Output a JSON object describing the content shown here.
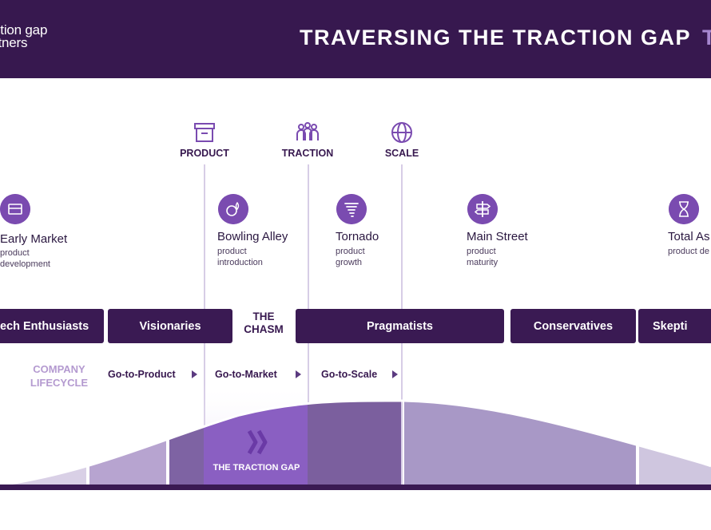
{
  "header": {
    "logo_line1": "ction gap",
    "logo_line2": "rtners",
    "title": "TRAVERSING THE TRACTION GAP",
    "title_accent": "TH"
  },
  "stages": [
    {
      "label": "PRODUCT",
      "icon": "box-icon"
    },
    {
      "label": "TRACTION",
      "icon": "people-icon"
    },
    {
      "label": "SCALE",
      "icon": "globe-icon"
    }
  ],
  "phases": [
    {
      "title": "Early Market",
      "sub1": "product",
      "sub2": "development",
      "icon": "tools-icon"
    },
    {
      "title": "Bowling Alley",
      "sub1": "product",
      "sub2": "introduction",
      "icon": "bowling-icon"
    },
    {
      "title": "Tornado",
      "sub1": "product",
      "sub2": "growth",
      "icon": "tornado-icon"
    },
    {
      "title": "Main Street",
      "sub1": "product",
      "sub2": "maturity",
      "icon": "signpost-icon"
    },
    {
      "title": "Total As",
      "sub1": "product de",
      "sub2": "",
      "icon": "hourglass-icon"
    }
  ],
  "segments": [
    "ech Enthusiasts",
    "Visionaries",
    "Pragmatists",
    "Conservatives",
    "Skepti"
  ],
  "chasm": {
    "line1": "THE",
    "line2": "CHASM"
  },
  "lifecycle": {
    "label_line1": "COMPANY",
    "label_line2": "LIFECYCLE",
    "steps": [
      "Go-to-Product",
      "Go-to-Market",
      "Go-to-Scale"
    ]
  },
  "gap_label": "THE TRACTION GAP",
  "colors": {
    "dark": "#37184f",
    "accent": "#7a4bb0",
    "light_accent": "#a787d0"
  }
}
